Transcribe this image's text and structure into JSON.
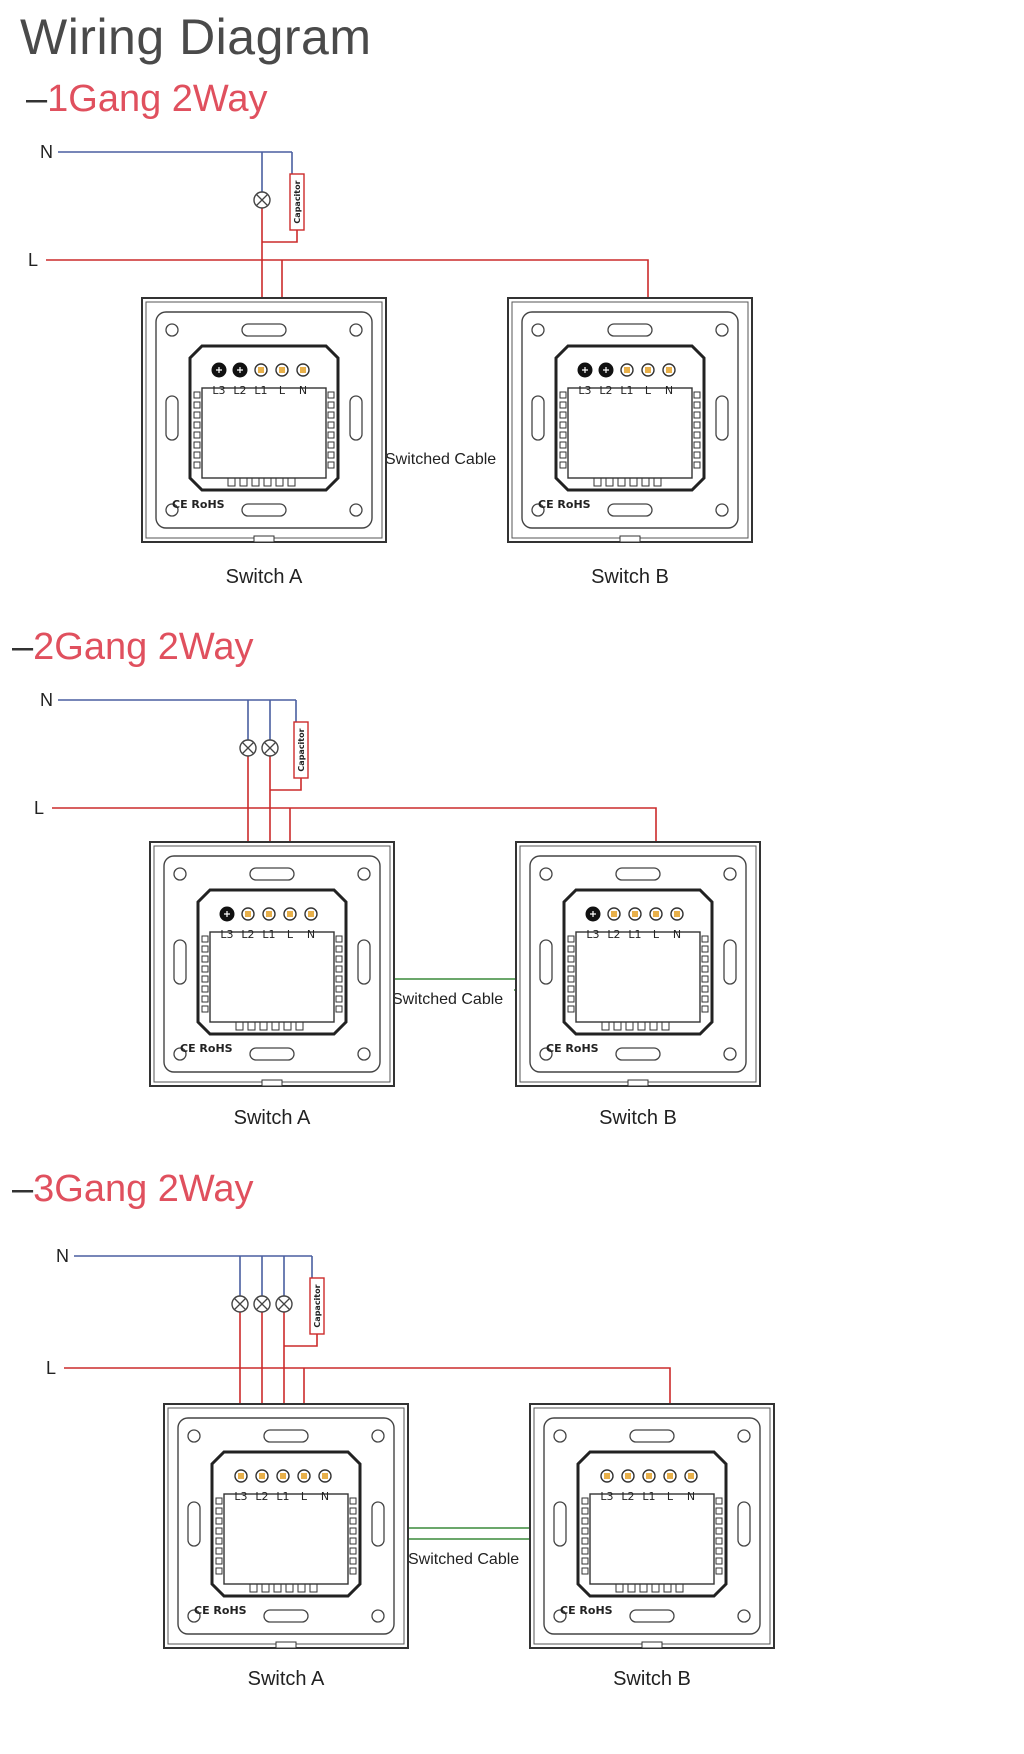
{
  "title": "Wiring Diagram",
  "colors": {
    "live": "#cc2b2b",
    "neutral": "#4a5fa0",
    "switched": "#3a8a3a",
    "heading": "#e0505e"
  },
  "terminal_labels": [
    "L3",
    "L2",
    "L1",
    "L",
    "N"
  ],
  "cert_mark": "CE RoHS",
  "capacitor_label": "Capacitor",
  "switched_cable_label": "Switched Cable",
  "neutral_label": "N",
  "live_label": "L",
  "sections": [
    {
      "dash": "–",
      "title": "1Gang 2Way",
      "switch_a": "Switch A",
      "switch_b": "Switch B"
    },
    {
      "dash": "–",
      "title": "2Gang 2Way",
      "switch_a": "Switch A",
      "switch_b": "Switch B"
    },
    {
      "dash": "–",
      "title": "3Gang 2Way",
      "switch_a": "Switch A",
      "switch_b": "Switch B"
    }
  ]
}
